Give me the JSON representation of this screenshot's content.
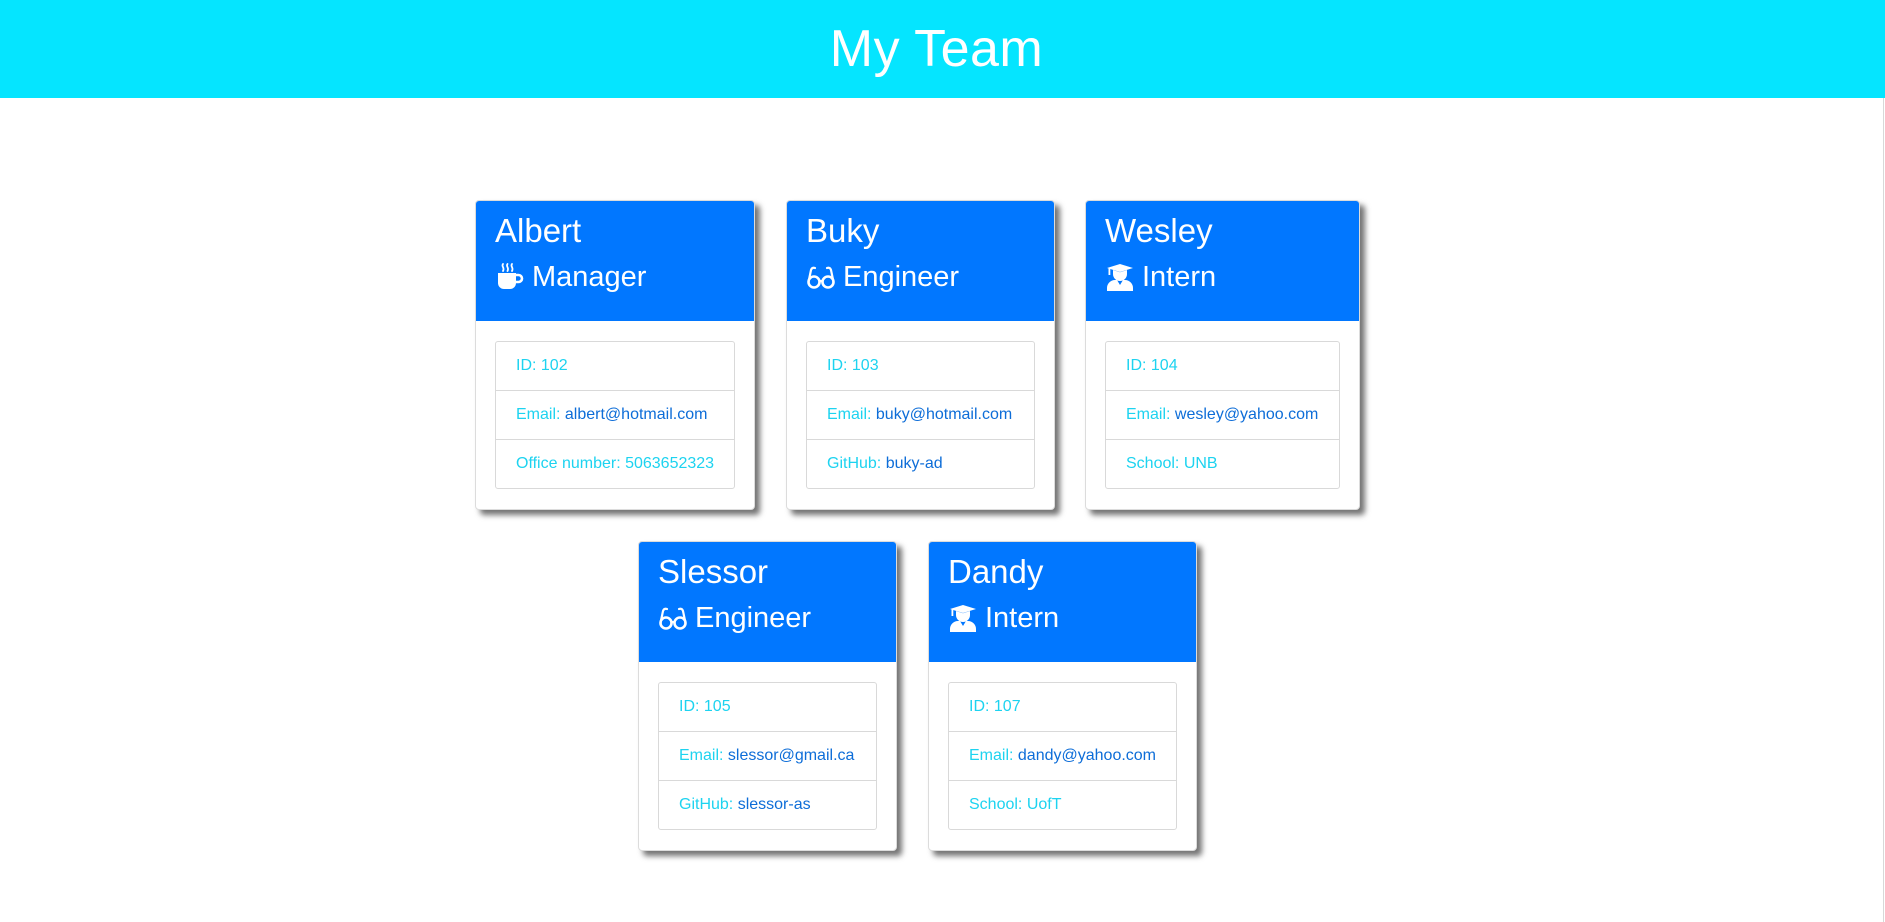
{
  "header": {
    "title": "My Team"
  },
  "colors": {
    "header_bg": "#05e5ff",
    "card_head_bg": "#0177ff",
    "label": "#1dd3f0",
    "link": "#0d6dd8"
  },
  "cards": [
    {
      "name": "Albert",
      "role": "Manager",
      "icon": "coffee-icon",
      "id_text": "ID: 102",
      "email_label": "Email: ",
      "email": "albert@hotmail.com",
      "extra_label": "Office number: 5063652323",
      "extra_value": ""
    },
    {
      "name": "Buky",
      "role": "Engineer",
      "icon": "glasses-icon",
      "id_text": "ID: 103",
      "email_label": "Email: ",
      "email": "buky@hotmail.com",
      "extra_label": "GitHub: ",
      "extra_value": "buky-ad"
    },
    {
      "name": "Wesley",
      "role": "Intern",
      "icon": "graduate-icon",
      "id_text": "ID: 104",
      "email_label": "Email: ",
      "email": "wesley@yahoo.com",
      "extra_label": "School: UNB",
      "extra_value": ""
    },
    {
      "name": "Slessor",
      "role": "Engineer",
      "icon": "glasses-icon",
      "id_text": "ID: 105",
      "email_label": "Email: ",
      "email": "slessor@gmail.ca",
      "extra_label": "GitHub: ",
      "extra_value": "slessor-as"
    },
    {
      "name": "Dandy",
      "role": "Intern",
      "icon": "graduate-icon",
      "id_text": "ID: 107",
      "email_label": "Email: ",
      "email": "dandy@yahoo.com",
      "extra_label": "School: UofT",
      "extra_value": ""
    }
  ]
}
